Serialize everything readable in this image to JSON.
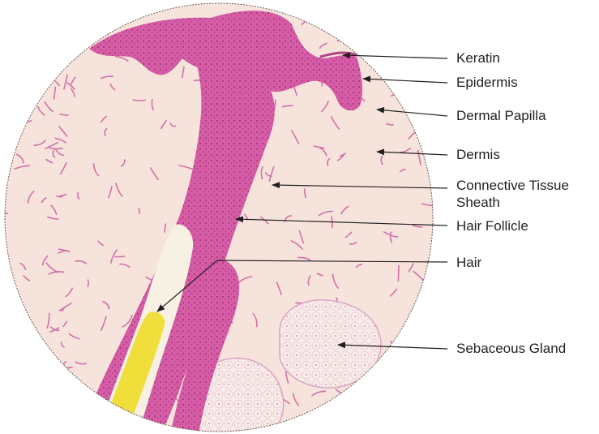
{
  "labels": {
    "keratin": "Keratin",
    "epidermis": "Epidermis",
    "dermal_papilla": "Dermal Papilla",
    "dermis": "Dermis",
    "connective_tissue_sheath": "Connective Tissue Sheath",
    "hair_follicle": "Hair Follicle",
    "hair": "Hair",
    "sebaceous_gland": "Sebaceous Gland"
  },
  "colors": {
    "dermis_background": "#f6e4dc",
    "epidermis": "#cf4f9c",
    "fibers": "#c64b98",
    "hair_shaft": "#f0de3a",
    "gland": "#f8ece8",
    "arrow": "#231f20"
  }
}
